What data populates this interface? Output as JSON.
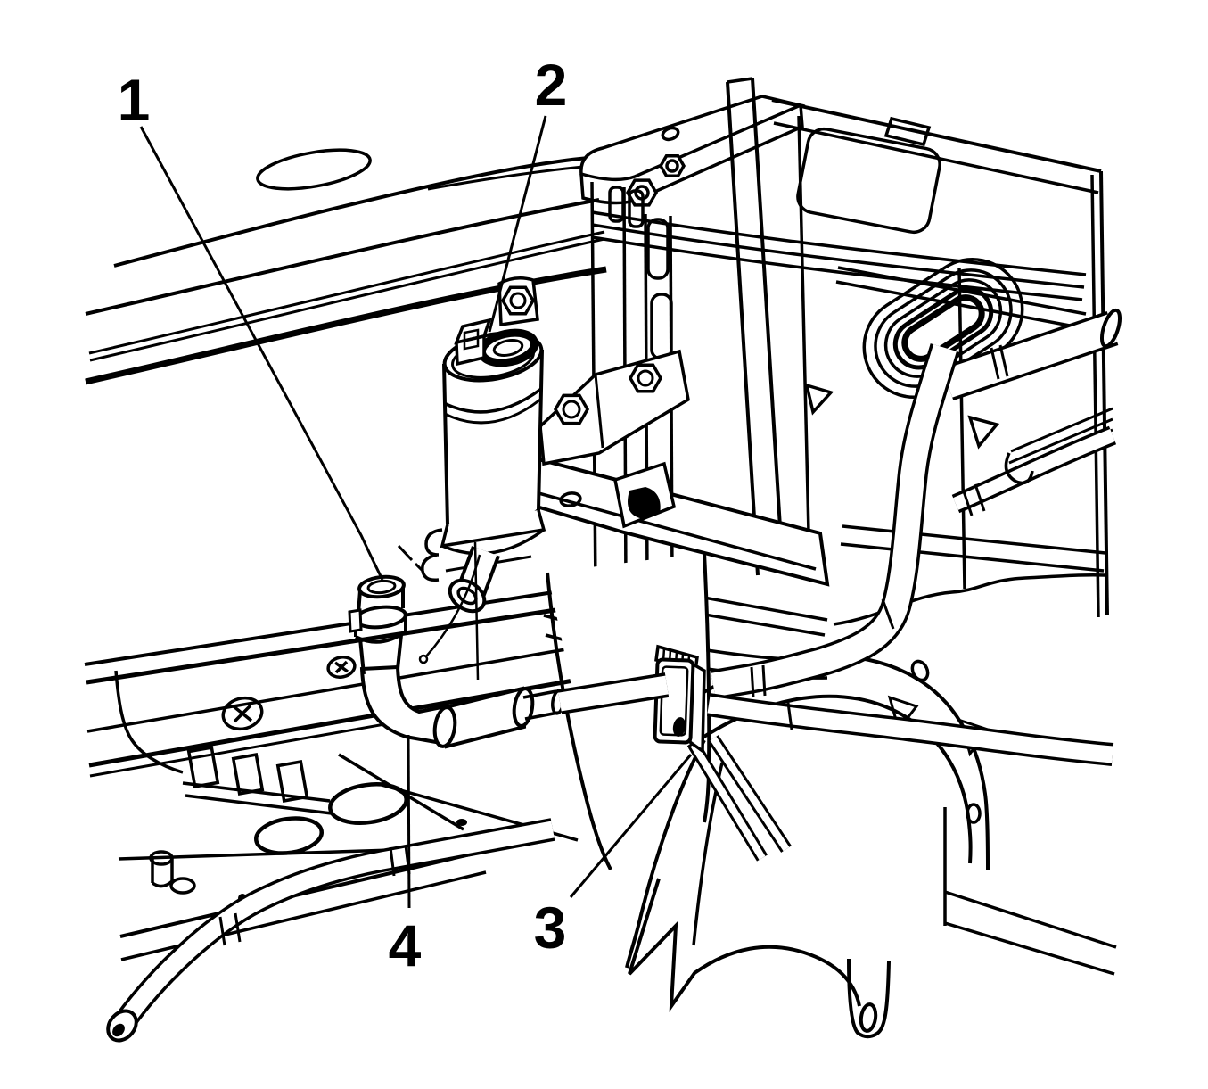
{
  "figure": {
    "kind": "automotive service manual line illustration",
    "subject": "coolant/washer pump, hose, retainer clip and hose assembly in engine compartment",
    "background_color": "#ffffff",
    "line_color": "#000000",
    "callouts": [
      {
        "label": "1"
      },
      {
        "label": "2"
      },
      {
        "label": "3"
      },
      {
        "label": "4"
      }
    ]
  }
}
